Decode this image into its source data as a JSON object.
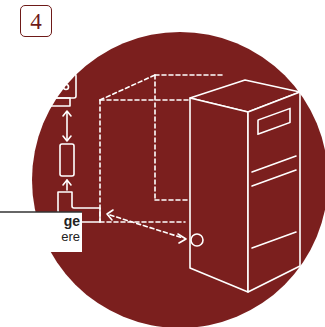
{
  "diagram": {
    "nodes": [
      {
        "text": [
          "4"
        ]
      }
    ],
    "labels": [
      "ge",
      "ere"
    ]
  }
}
